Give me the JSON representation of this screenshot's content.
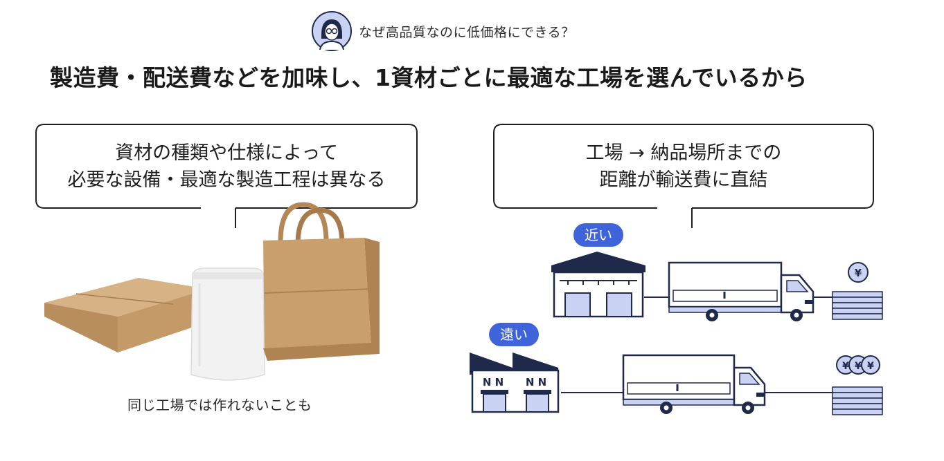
{
  "header": {
    "question": "なぜ高品質なのに低価格にできる？",
    "headline": "製造費・配送費などを加味し、1資材ごとに最適な工場を選んでいるから"
  },
  "left_panel": {
    "bubble_line1": "資材の種類や仕様によって",
    "bubble_line2": "必要な設備・最適な製造工程は異なる",
    "caption": "同じ工場では作れないことも"
  },
  "right_panel": {
    "bubble_line1": "工場 → 納品場所までの",
    "bubble_line2": "距離が輸送費に直結",
    "near_label": "近い",
    "far_label": "遠い",
    "factory_sign": "N N",
    "yen_symbol": "¥"
  },
  "colors": {
    "accent_blue": "#3f63d8",
    "light_blue": "#c9d2f3",
    "kraft": "#c49a68",
    "outline": "#1f2a4a"
  }
}
